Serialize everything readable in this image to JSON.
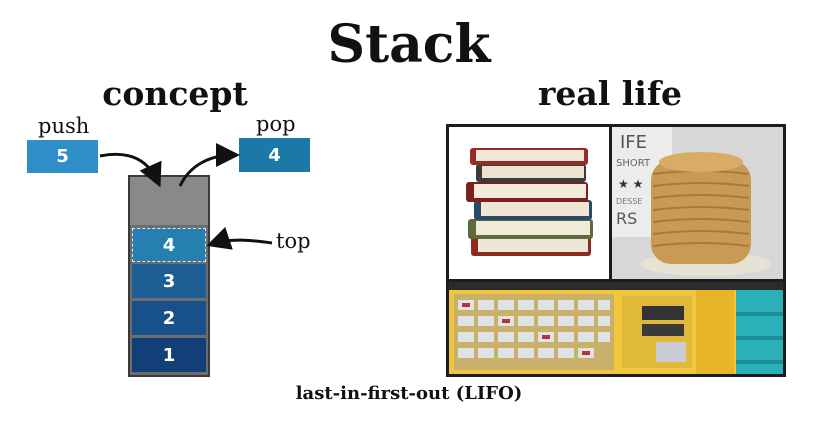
{
  "title": "Stack",
  "concept": {
    "heading": "concept",
    "push_label": "push",
    "push_value": "5",
    "pop_label": "pop",
    "pop_value": "4",
    "top_label": "top",
    "stack_items": [
      "4",
      "3",
      "2",
      "1"
    ]
  },
  "real_life": {
    "heading": "real life",
    "photo_text": [
      "IFE",
      "SHORT",
      "★ ★",
      "DESSE",
      "RS"
    ]
  },
  "caption": "last-in-first-out (LIFO)",
  "colors": {
    "push_box": "#2f8fc9",
    "pop_box": "#1b78a7",
    "stack_dark": "#123f78",
    "stack_body": "#6d6d6d"
  }
}
